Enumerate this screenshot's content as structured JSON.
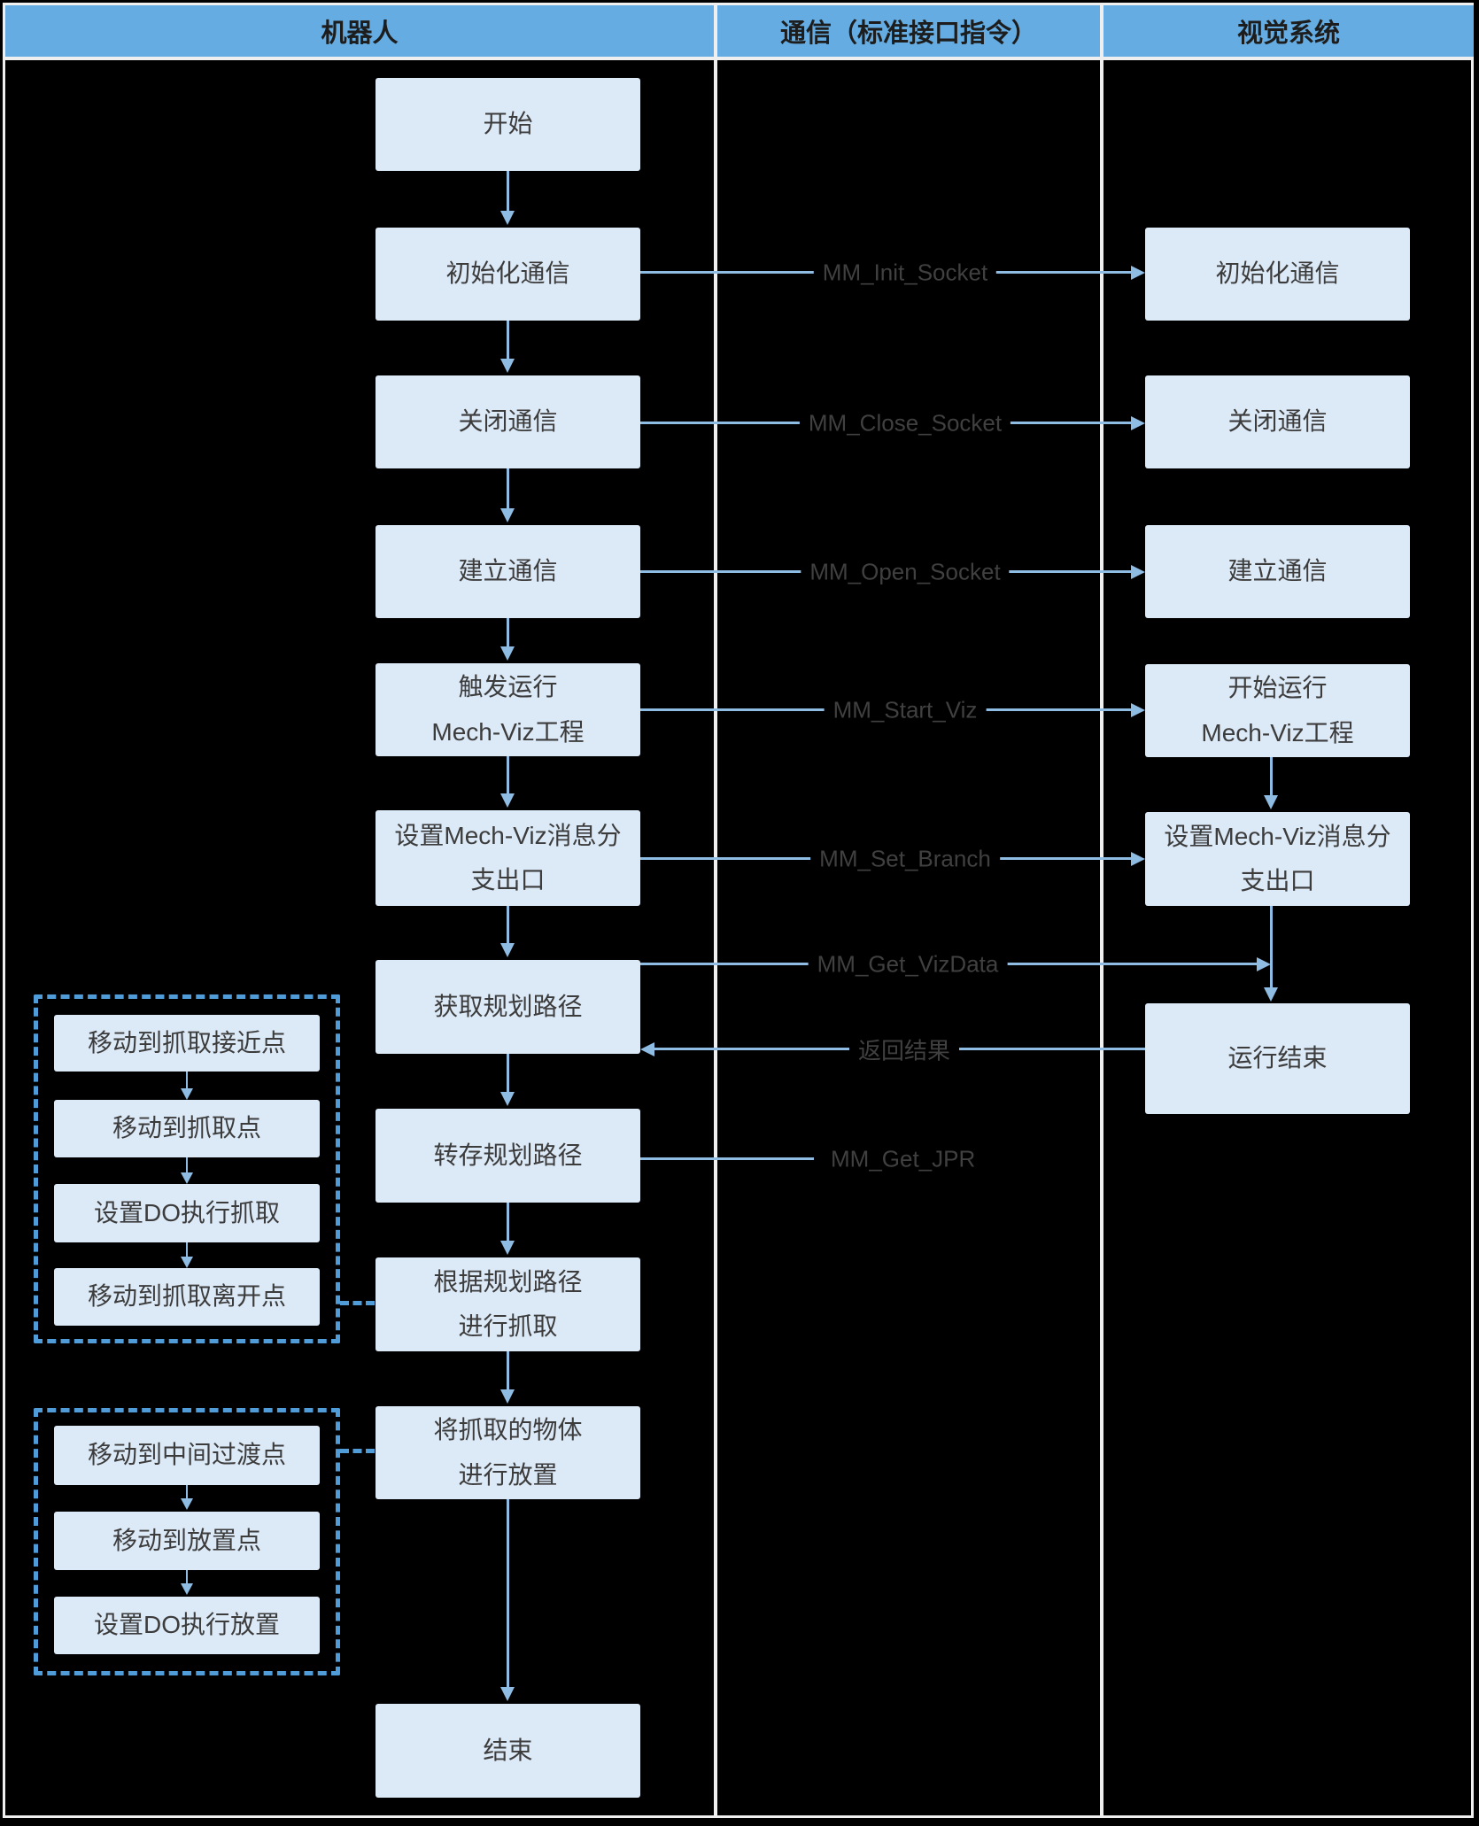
{
  "header": {
    "columns": [
      {
        "label": "机器人"
      },
      {
        "label": "通信（标准接口指令）"
      },
      {
        "label": "视觉系统"
      }
    ]
  },
  "robot": {
    "start": "开始",
    "init": "初始化通信",
    "close": "关闭通信",
    "open": "建立通信",
    "trigger": "触发运行\nMech-Viz工程",
    "branch": "设置Mech-Viz消息分\n支出口",
    "get_path": "获取规划路径",
    "save_path": "转存规划路径",
    "pick": "根据规划路径\n进行抓取",
    "place": "将抓取的物体\n进行放置",
    "end": "结束"
  },
  "vision": {
    "init": "初始化通信",
    "close": "关闭通信",
    "open": "建立通信",
    "start_run": "开始运行\nMech-Viz工程",
    "branch": "设置Mech-Viz消息分\n支出口",
    "finish": "运行结束"
  },
  "commands": {
    "init": "MM_Init_Socket",
    "close": "MM_Close_Socket",
    "open": "MM_Open_Socket",
    "start_viz": "MM_Start_Viz",
    "set_branch": "MM_Set_Branch",
    "get_vizdata": "MM_Get_VizData",
    "return_result": "返回结果",
    "get_jpr": "MM_Get_JPR"
  },
  "pick_group": {
    "items": [
      "移动到抓取接近点",
      "移动到抓取点",
      "设置DO执行抓取",
      "移动到抓取离开点"
    ]
  },
  "place_group": {
    "items": [
      "移动到中间过渡点",
      "移动到放置点",
      "设置DO执行放置"
    ]
  },
  "colors": {
    "header_blue": "#64ACE2",
    "node_fill": "#DCE9F7",
    "arrow_blue": "#8FBCE3",
    "dashed_blue": "#4F9CD9",
    "grid_white": "#EFEFEF",
    "label_gray": "#404040",
    "node_text": "#3C3C3C"
  }
}
